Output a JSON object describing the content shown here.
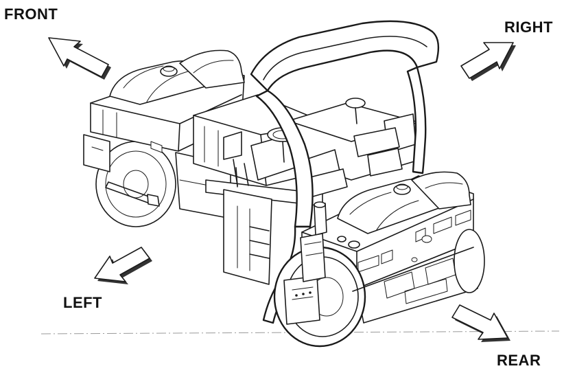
{
  "labels": {
    "front": "FRONT",
    "right": "RIGHT",
    "left": "LEFT",
    "rear": "REAR"
  },
  "colors": {
    "ink": "#1a1a1a",
    "arrow_shadow": "#333333",
    "background": "#ffffff"
  }
}
